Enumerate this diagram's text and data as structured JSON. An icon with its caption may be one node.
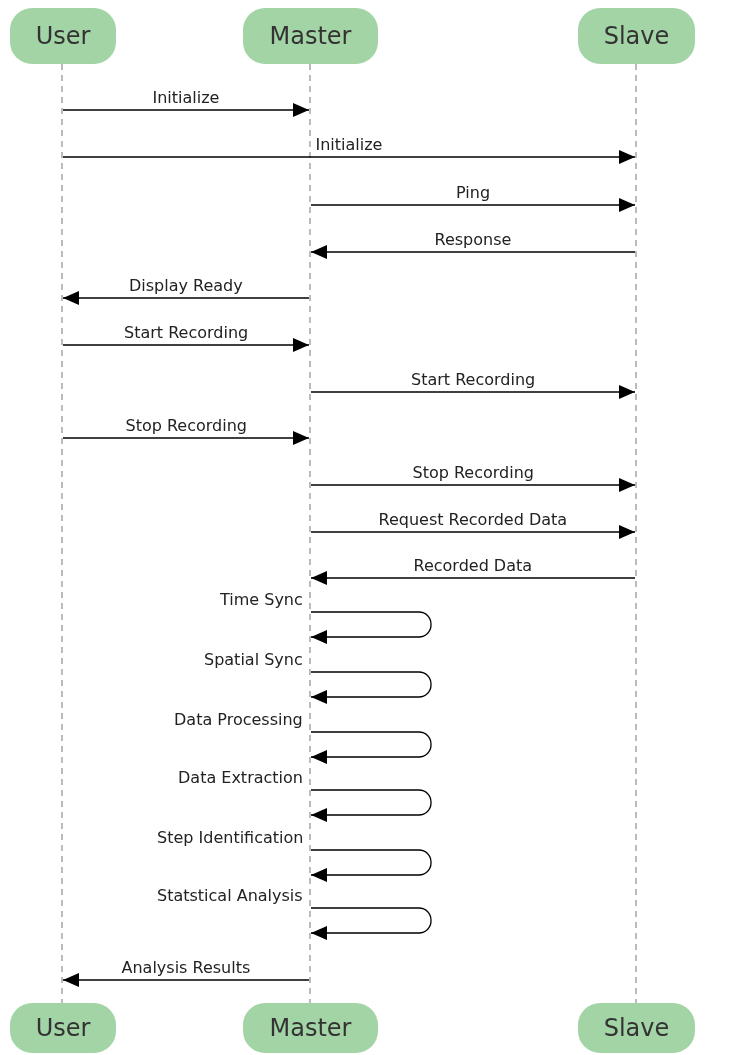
{
  "diagram": {
    "nodes": [
      {
        "text": [
          "User"
        ]
      },
      {
        "text": [
          "Master"
        ]
      },
      {
        "text": [
          "Slave"
        ]
      },
      {
        "text": [],
        "shape": "bar"
      },
      {
        "text": [],
        "shape": "bar"
      },
      {
        "text": [],
        "shape": "bar"
      },
      {
        "text": [
          "User"
        ]
      },
      {
        "text": [
          "Master"
        ]
      },
      {
        "text": [
          "Slave"
        ]
      }
    ],
    "edges": [
      {
        "from": 3,
        "to": 4,
        "arrow": "to",
        "label": "Initialize"
      },
      {
        "from": 3,
        "to": 5,
        "arrow": "to",
        "label": "Initialize"
      },
      {
        "from": 4,
        "to": 5,
        "arrow": "to",
        "label": "Ping"
      },
      {
        "from": 5,
        "to": 4,
        "arrow": "to",
        "label": "Response"
      },
      {
        "from": 4,
        "to": 3,
        "arrow": "to",
        "label": "Display Ready"
      },
      {
        "from": 3,
        "to": 4,
        "arrow": "to",
        "label": "Start Recording"
      },
      {
        "from": 4,
        "to": 5,
        "arrow": "to",
        "label": "Start Recording"
      },
      {
        "from": 3,
        "to": 4,
        "arrow": "to",
        "label": "Stop Recording"
      },
      {
        "from": 4,
        "to": 5,
        "arrow": "to",
        "label": "Stop Recording"
      },
      {
        "from": 4,
        "to": 5,
        "arrow": "to",
        "label": "Request Recorded Data"
      },
      {
        "from": 5,
        "to": 4,
        "arrow": "to",
        "label": "Recorded Data"
      },
      {
        "from": 4,
        "to": 4,
        "arrow": "to",
        "label": "Time Sync"
      },
      {
        "from": 4,
        "to": 4,
        "arrow": "to",
        "label": "Spatial Sync"
      },
      {
        "from": 4,
        "to": 4,
        "arrow": "to",
        "label": "Data Processing"
      },
      {
        "from": 4,
        "to": 4,
        "arrow": "to",
        "label": "Data Extraction"
      },
      {
        "from": 4,
        "to": 4,
        "arrow": "to",
        "label": "Step Identification"
      },
      {
        "from": 4,
        "to": 4,
        "arrow": "to",
        "label": "Statstical Analysis"
      },
      {
        "from": 4,
        "to": 3,
        "arrow": "to",
        "label": "Analysis Results"
      }
    ]
  }
}
